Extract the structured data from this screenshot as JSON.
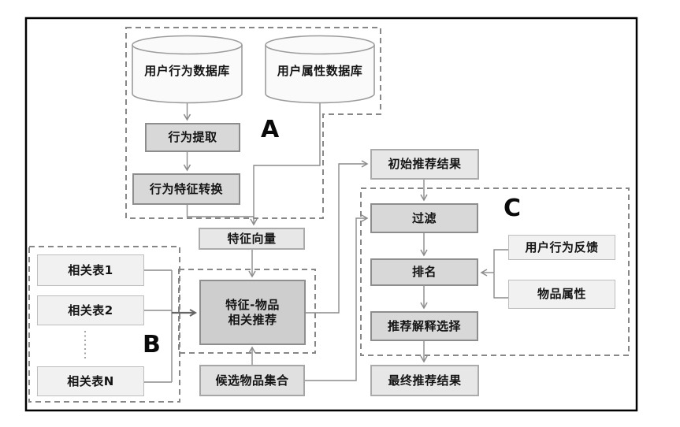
{
  "title": "recommendation-system-flowchart",
  "region_labels": {
    "a": "A",
    "b": "B",
    "c": "C"
  },
  "nodes": {
    "user_behavior_db": {
      "label": "用户行为数据库",
      "shape": "cylinder"
    },
    "user_attribute_db": {
      "label": "用户属性数据库",
      "shape": "cylinder"
    },
    "behavior_extraction": {
      "label": "行为提取"
    },
    "behavior_feature_transform": {
      "label": "行为特征转换"
    },
    "feature_vector": {
      "label": "特征向量"
    },
    "related_table_1": {
      "label": "相关表1"
    },
    "related_table_2": {
      "label": "相关表2"
    },
    "related_table_n": {
      "label": "相关表N"
    },
    "feature_item_recommendation": {
      "label_line1": "特征-物品",
      "label_line2": "相关推荐"
    },
    "candidate_item_set": {
      "label": "候选物品集合"
    },
    "initial_recommendation_result": {
      "label": "初始推荐结果"
    },
    "filter": {
      "label": "过滤"
    },
    "ranking": {
      "label": "排名"
    },
    "recommendation_explanation_selection": {
      "label": "推荐解释选择"
    },
    "final_recommendation_result": {
      "label": "最终推荐结果"
    },
    "user_behavior_feedback": {
      "label": "用户行为反馈"
    },
    "item_attributes": {
      "label": "物品属性"
    }
  },
  "edges": [
    {
      "from": "user_behavior_db",
      "to": "behavior_extraction"
    },
    {
      "from": "behavior_extraction",
      "to": "behavior_feature_transform"
    },
    {
      "from": "behavior_feature_transform",
      "to": "feature_vector"
    },
    {
      "from": "user_attribute_db",
      "to": "feature_vector"
    },
    {
      "from": "feature_vector",
      "to": "feature_item_recommendation"
    },
    {
      "from": "related_table_1",
      "to": "feature_item_recommendation"
    },
    {
      "from": "related_table_2",
      "to": "feature_item_recommendation"
    },
    {
      "from": "related_table_n",
      "to": "feature_item_recommendation"
    },
    {
      "from": "candidate_item_set",
      "to": "feature_item_recommendation"
    },
    {
      "from": "feature_item_recommendation",
      "to": "initial_recommendation_result"
    },
    {
      "from": "initial_recommendation_result",
      "to": "filter"
    },
    {
      "from": "candidate_item_set",
      "to": "filter"
    },
    {
      "from": "filter",
      "to": "ranking"
    },
    {
      "from": "user_behavior_feedback",
      "to": "ranking"
    },
    {
      "from": "item_attributes",
      "to": "ranking"
    },
    {
      "from": "ranking",
      "to": "recommendation_explanation_selection"
    },
    {
      "from": "recommendation_explanation_selection",
      "to": "final_recommendation_result"
    }
  ],
  "colors": {
    "frame": "#000000",
    "dashed_region_border": "#878787",
    "connector": "#8c8c8c",
    "node_light_fill": "#e7e7e7",
    "node_medium_fill": "#d8d8d8",
    "node_dark_fill": "#cecece",
    "cylinder_fill": "#fafafa",
    "text": "#141414"
  }
}
